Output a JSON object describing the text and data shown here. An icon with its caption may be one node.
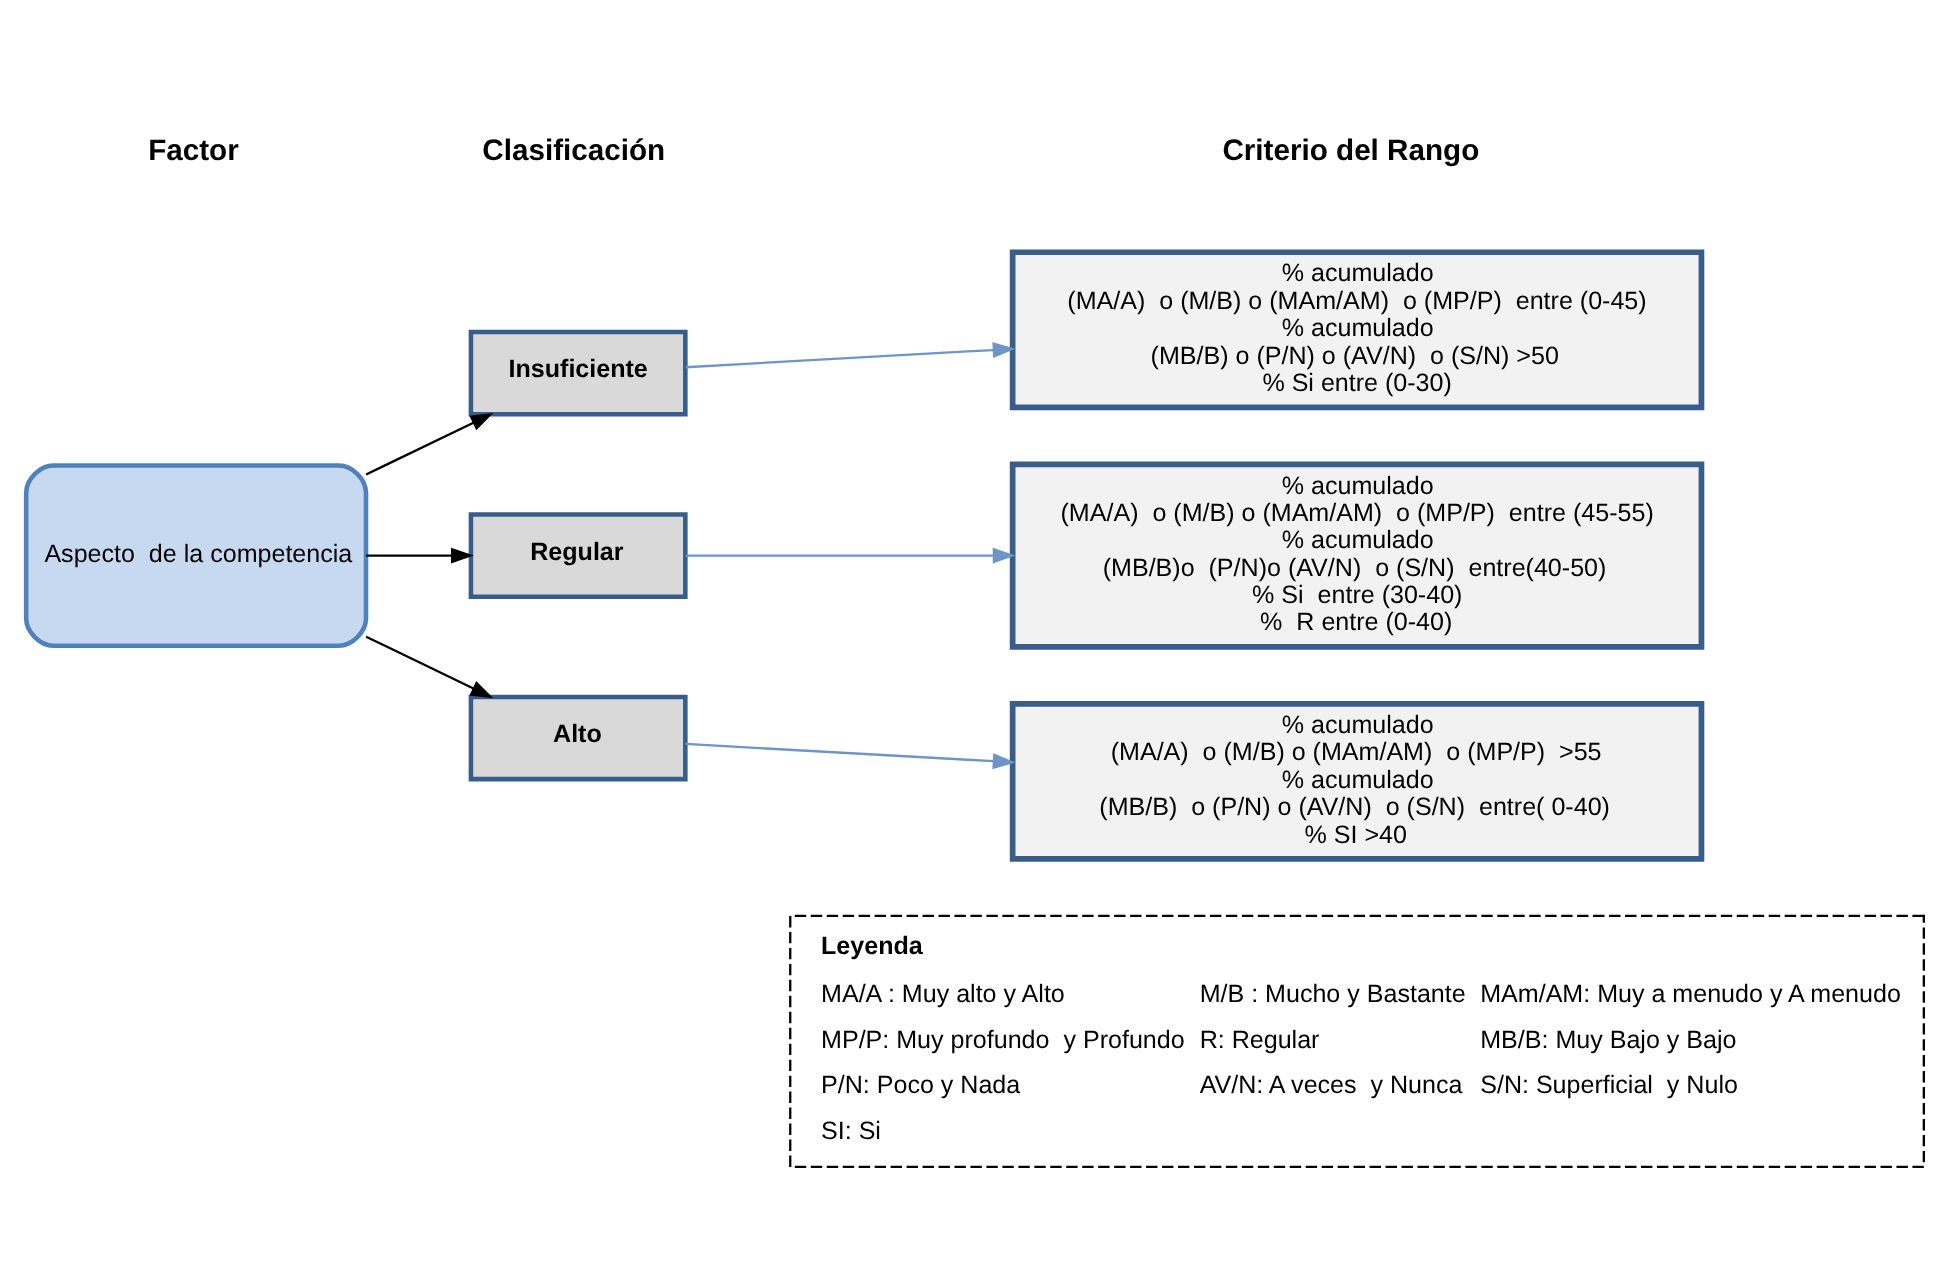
{
  "diagram": {
    "nodes": [
      {
        "text": [
          "Aspecto  de la competencia"
        ]
      },
      {
        "text": [
          "Insuficiente"
        ]
      },
      {
        "text": [
          "Regular"
        ]
      },
      {
        "text": [
          "Alto"
        ]
      },
      {
        "text": [
          "% acumulado",
          "(MA/A)  o (M/B) o (MAm/AM)  o (MP/P)  entre (0-45)",
          "% acumulado",
          "(MB/B) o (P/N) o (AV/N)  o (S/N) >50",
          "% Si entre (0-30)"
        ]
      },
      {
        "text": [
          "% acumulado",
          "(MA/A)  o (M/B) o (MAm/AM)  o (MP/P)  entre (45-55)",
          "% acumulado",
          "(MB/B)o  (P/N)o (AV/N)  o (S/N)  entre(40-50)",
          "% Si  entre (30-40)",
          "%  R entre (0-40)"
        ]
      },
      {
        "text": [
          "% acumulado",
          "(MA/A)  o (M/B) o (MAm/AM)  o (MP/P)  >55",
          "% acumulado",
          "(MB/B)  o (P/N) o (AV/N)  o (S/N)  entre( 0-40)",
          "% SI >40"
        ]
      },
      {
        "text": [
          "Leyenda",
          "MA/A : Muy alto y Alto",
          "M/B : Mucho y Bastante",
          "MAm/AM: Muy a menudo y A menudo",
          "MP/P: Muy profundo  y Profundo",
          "R: Regular",
          "MB/B: Muy Bajo y Bajo",
          "P/N: Poco y Nada",
          "AV/N: A veces  y Nunca",
          "S/N: Superficial  y Nulo",
          "SI: Si"
        ]
      }
    ],
    "edges": [
      {
        "from": 0,
        "to": 1,
        "arrow": "to",
        "color": "#000000"
      },
      {
        "from": 0,
        "to": 2,
        "arrow": "to",
        "color": "#000000"
      },
      {
        "from": 0,
        "to": 3,
        "arrow": "to",
        "color": "#000000"
      },
      {
        "from": 1,
        "to": 4,
        "arrow": "to",
        "color": "#6f95c8"
      },
      {
        "from": 2,
        "to": 5,
        "arrow": "to",
        "color": "#6f95c8"
      },
      {
        "from": 3,
        "to": 6,
        "arrow": "to",
        "color": "#6f95c8"
      }
    ],
    "labels": [
      "Factor",
      "Clasificación",
      "Criterio del Rango"
    ]
  }
}
